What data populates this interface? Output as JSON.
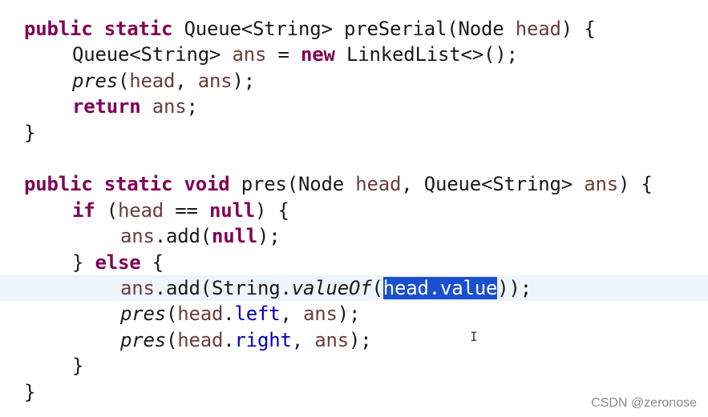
{
  "watermark": "CSDN @zeronose",
  "cursor_glyph": "I",
  "lines": [
    {
      "indent": 30,
      "tokens": [
        {
          "t": "public",
          "c": "kw"
        },
        {
          "t": " ",
          "c": "plain"
        },
        {
          "t": "static",
          "c": "kw"
        },
        {
          "t": " Queue<String> preSerial(Node ",
          "c": "plain"
        },
        {
          "t": "head",
          "c": "param"
        },
        {
          "t": ") {",
          "c": "plain"
        }
      ]
    },
    {
      "indent": 90,
      "tokens": [
        {
          "t": "Queue<String> ",
          "c": "plain"
        },
        {
          "t": "ans",
          "c": "param"
        },
        {
          "t": " = ",
          "c": "plain"
        },
        {
          "t": "new",
          "c": "kw"
        },
        {
          "t": " LinkedList<>();",
          "c": "plain"
        }
      ]
    },
    {
      "indent": 90,
      "tokens": [
        {
          "t": "pres",
          "c": "method-static"
        },
        {
          "t": "(",
          "c": "plain"
        },
        {
          "t": "head",
          "c": "param"
        },
        {
          "t": ", ",
          "c": "plain"
        },
        {
          "t": "ans",
          "c": "param"
        },
        {
          "t": ");",
          "c": "plain"
        }
      ]
    },
    {
      "indent": 90,
      "tokens": [
        {
          "t": "return",
          "c": "kw"
        },
        {
          "t": " ",
          "c": "plain"
        },
        {
          "t": "ans",
          "c": "param"
        },
        {
          "t": ";",
          "c": "plain"
        }
      ]
    },
    {
      "indent": 30,
      "tokens": [
        {
          "t": "}",
          "c": "plain"
        }
      ]
    },
    {
      "indent": 30,
      "tokens": []
    },
    {
      "indent": 30,
      "tokens": [
        {
          "t": "public",
          "c": "kw"
        },
        {
          "t": " ",
          "c": "plain"
        },
        {
          "t": "static",
          "c": "kw"
        },
        {
          "t": " ",
          "c": "plain"
        },
        {
          "t": "void",
          "c": "kw"
        },
        {
          "t": " pres(Node ",
          "c": "plain"
        },
        {
          "t": "head",
          "c": "param"
        },
        {
          "t": ", Queue<String> ",
          "c": "plain"
        },
        {
          "t": "ans",
          "c": "param"
        },
        {
          "t": ") {",
          "c": "plain"
        }
      ]
    },
    {
      "indent": 90,
      "tokens": [
        {
          "t": "if",
          "c": "kw"
        },
        {
          "t": " (",
          "c": "plain"
        },
        {
          "t": "head",
          "c": "param"
        },
        {
          "t": " == ",
          "c": "plain"
        },
        {
          "t": "null",
          "c": "kw"
        },
        {
          "t": ") {",
          "c": "plain"
        }
      ]
    },
    {
      "indent": 150,
      "tokens": [
        {
          "t": "ans",
          "c": "param"
        },
        {
          "t": ".add(",
          "c": "plain"
        },
        {
          "t": "null",
          "c": "kw"
        },
        {
          "t": ");",
          "c": "plain"
        }
      ]
    },
    {
      "indent": 90,
      "tokens": [
        {
          "t": "} ",
          "c": "plain"
        },
        {
          "t": "else",
          "c": "kw"
        },
        {
          "t": " {",
          "c": "plain"
        }
      ]
    },
    {
      "indent": 150,
      "current": true,
      "tokens": [
        {
          "t": "ans",
          "c": "param"
        },
        {
          "t": ".add(String.",
          "c": "plain"
        },
        {
          "t": "valueOf",
          "c": "method-static"
        },
        {
          "t": "(",
          "c": "plain"
        },
        {
          "t": "head.value",
          "c": "sel"
        },
        {
          "t": "));",
          "c": "plain"
        }
      ]
    },
    {
      "indent": 150,
      "tokens": [
        {
          "t": "pres",
          "c": "method-static"
        },
        {
          "t": "(",
          "c": "plain"
        },
        {
          "t": "head",
          "c": "param"
        },
        {
          "t": ".",
          "c": "plain"
        },
        {
          "t": "left",
          "c": "field"
        },
        {
          "t": ", ",
          "c": "plain"
        },
        {
          "t": "ans",
          "c": "param"
        },
        {
          "t": ");",
          "c": "plain"
        }
      ]
    },
    {
      "indent": 150,
      "tokens": [
        {
          "t": "pres",
          "c": "method-static"
        },
        {
          "t": "(",
          "c": "plain"
        },
        {
          "t": "head",
          "c": "param"
        },
        {
          "t": ".",
          "c": "plain"
        },
        {
          "t": "right",
          "c": "field"
        },
        {
          "t": ", ",
          "c": "plain"
        },
        {
          "t": "ans",
          "c": "param"
        },
        {
          "t": ");",
          "c": "plain"
        }
      ]
    },
    {
      "indent": 90,
      "tokens": [
        {
          "t": "}",
          "c": "plain"
        }
      ]
    },
    {
      "indent": 30,
      "tokens": [
        {
          "t": "}",
          "c": "plain"
        }
      ]
    }
  ]
}
